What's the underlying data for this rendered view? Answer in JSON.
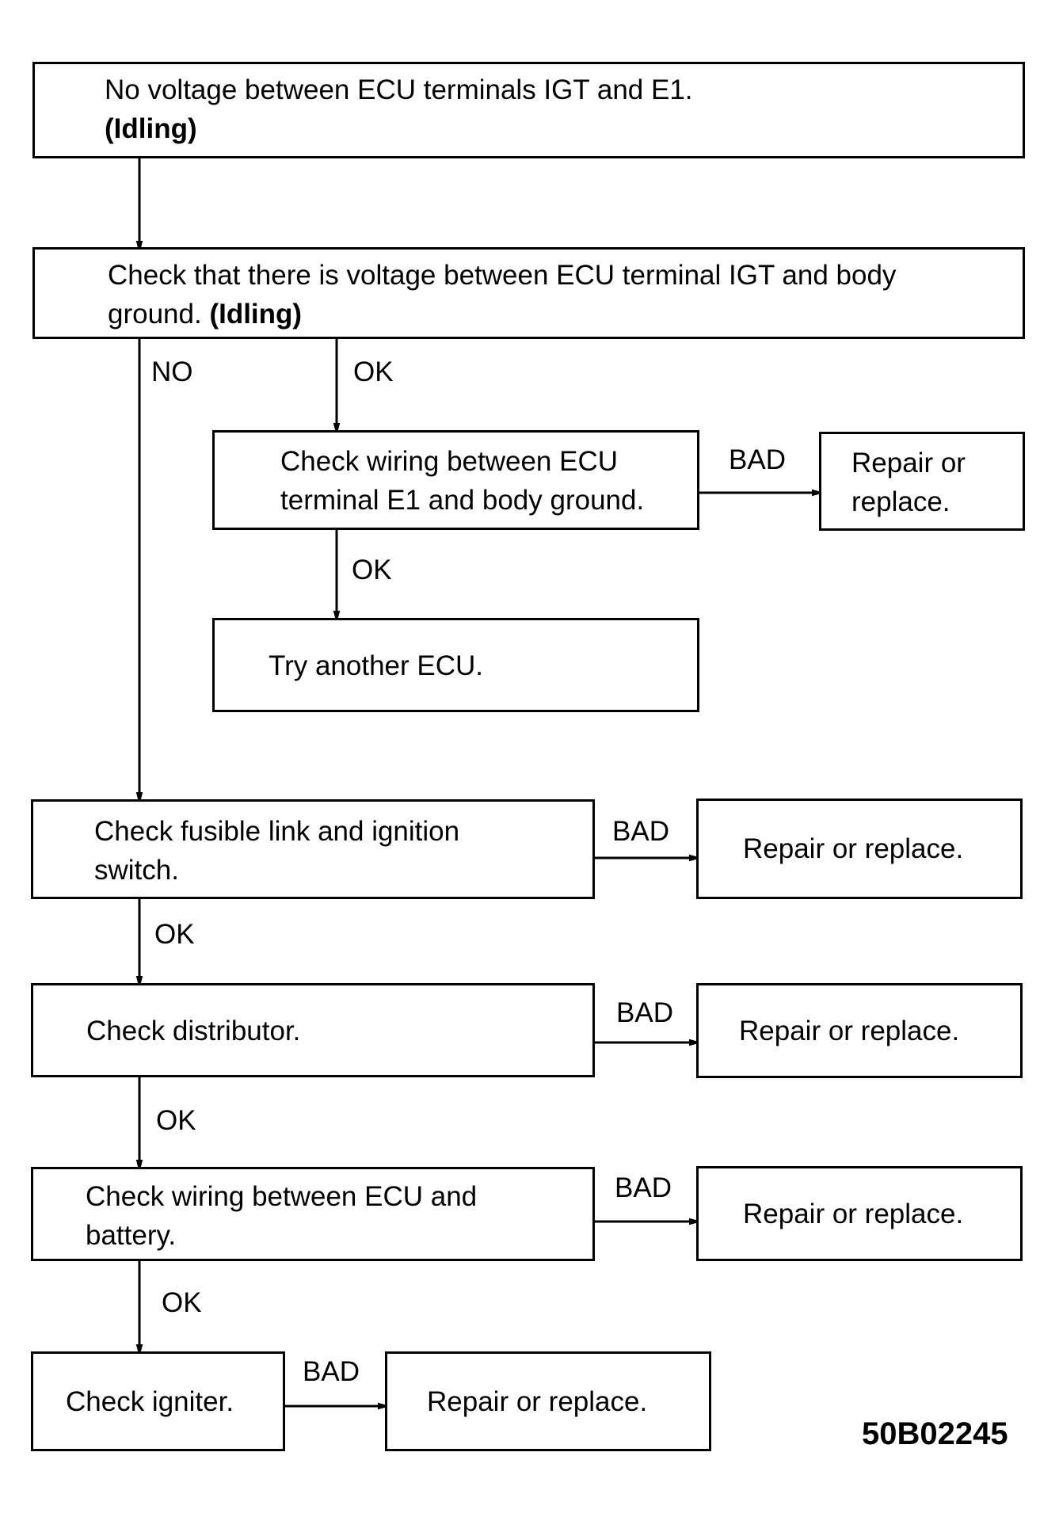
{
  "nodes": {
    "start": {
      "line1": "No voltage between ECU terminals IGT and E1.",
      "line2": "(Idling)"
    },
    "check_igt": {
      "line1": "Check that there is voltage between ECU terminal IGT and body",
      "line2_text": "ground.",
      "line2_bold": "(Idling)"
    },
    "check_e1": {
      "line1": "Check wiring between ECU",
      "line2": "terminal E1 and body ground."
    },
    "repair_e1": {
      "line1": "Repair or",
      "line2": "replace."
    },
    "try_ecu": {
      "text": "Try another ECU."
    },
    "check_fusible": {
      "line1": "Check fusible link and ignition",
      "line2": "switch."
    },
    "repair_fusible": {
      "text": "Repair or replace."
    },
    "check_distributor": {
      "text": "Check distributor."
    },
    "repair_distributor": {
      "text": "Repair or replace."
    },
    "check_battery": {
      "line1": "Check wiring between ECU and",
      "line2": "battery."
    },
    "repair_battery": {
      "text": "Repair or replace."
    },
    "check_igniter": {
      "text": "Check igniter."
    },
    "repair_igniter": {
      "text": "Repair or replace."
    }
  },
  "labels": {
    "no": "NO",
    "ok_igt": "OK",
    "bad_e1": "BAD",
    "ok_e1": "OK",
    "bad_fusible": "BAD",
    "ok_fusible": "OK",
    "bad_distributor": "BAD",
    "ok_distributor": "OK",
    "bad_battery": "BAD",
    "ok_battery": "OK",
    "bad_igniter": "BAD"
  },
  "figure_code": "50B02245"
}
